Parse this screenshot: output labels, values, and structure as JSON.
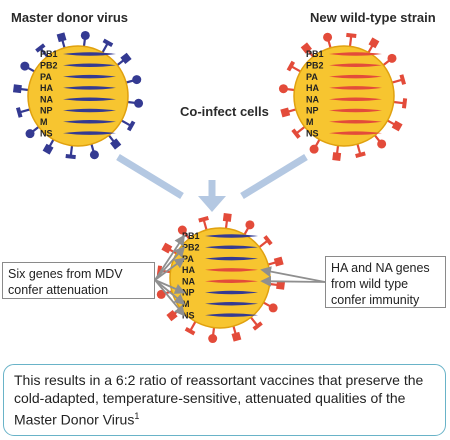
{
  "titles": {
    "left": "Master donor virus",
    "right": "New wild-type strain",
    "middle": "Co-infect cells"
  },
  "segments": [
    "PB1",
    "PB2",
    "PA",
    "HA",
    "NA",
    "NP",
    "M",
    "NS"
  ],
  "reassortant_colors": [
    "blue",
    "blue",
    "blue",
    "red",
    "red",
    "blue",
    "blue",
    "blue"
  ],
  "box_left": "Six genes from MDV confer attenuation",
  "box_right": "HA and NA genes from wild type confer immunity",
  "summary": {
    "text": "This results in a 6:2 ratio of reassortant vaccines that preserve the cold-adapted, temperature-sensitive, attenuated qualities of the Master Donor Virus",
    "sup": "1"
  },
  "colors": {
    "virus_body": "#f7c530",
    "virus_edge": "#e0a10f",
    "blue": "#343a92",
    "red": "#e34b3a",
    "arrow": "#b4c8e2",
    "pointer": "#8f8f8f",
    "summary_border": "#69b3c8"
  }
}
